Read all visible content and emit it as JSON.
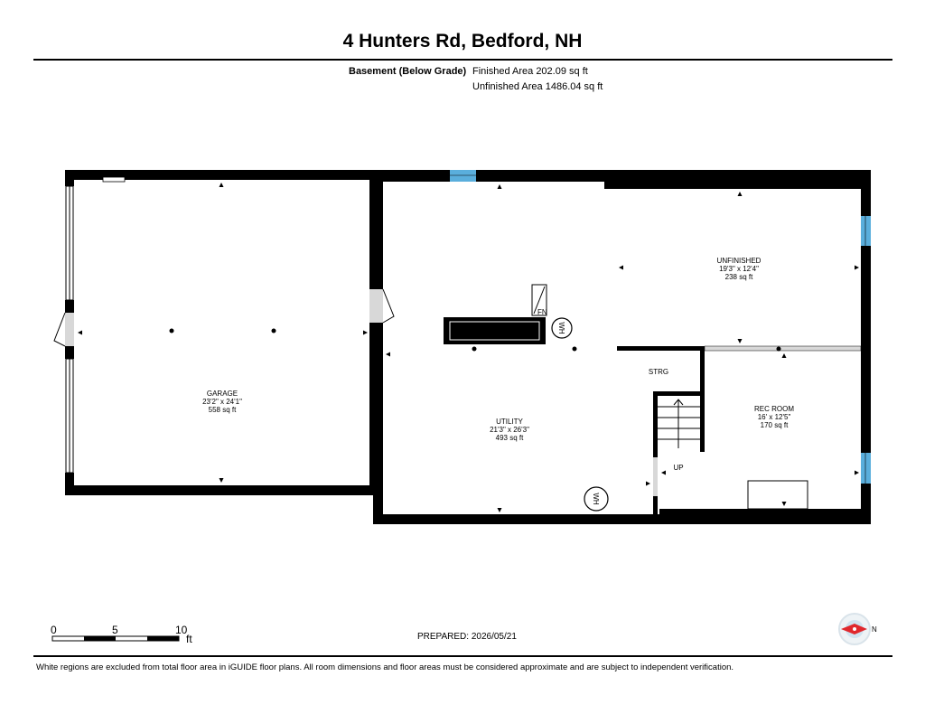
{
  "header": {
    "title": "4 Hunters Rd, Bedford, NH",
    "level": "Basement (Below Grade)",
    "finished_area": "Finished Area 202.09 sq ft",
    "unfinished_area": "Unfinished Area 1486.04 sq ft"
  },
  "rooms": {
    "garage": {
      "name": "GARAGE",
      "dims": "23'2\" x 24'1\"",
      "area": "558 sq ft"
    },
    "utility": {
      "name": "UTILITY",
      "dims": "21'3\" x 26'3\"",
      "area": "493 sq ft"
    },
    "unfinished": {
      "name": "UNFINISHED",
      "dims": "19'3\" x 12'4\"",
      "area": "238 sq ft"
    },
    "rec_room": {
      "name": "REC ROOM",
      "dims": "16' x 12'5\"",
      "area": "170 sq ft"
    }
  },
  "labels": {
    "storage": "STRG",
    "stairs_up": "UP",
    "furnace": "FN",
    "water_heater": "WH"
  },
  "scale": {
    "tick_0": "0",
    "tick_5": "5",
    "tick_10": "10",
    "unit": "ft"
  },
  "compass": {
    "north": "N"
  },
  "prepared": "PREPARED: 2026/05/21",
  "footer": "White regions are excluded from total floor area in iGUIDE floor plans. All room dimensions and floor areas must be considered approximate and are subject to independent verification.",
  "colors": {
    "wall": "#000000",
    "window": "#5aaedc",
    "door": "#d8d8d8",
    "compass_red": "#e0282d"
  }
}
